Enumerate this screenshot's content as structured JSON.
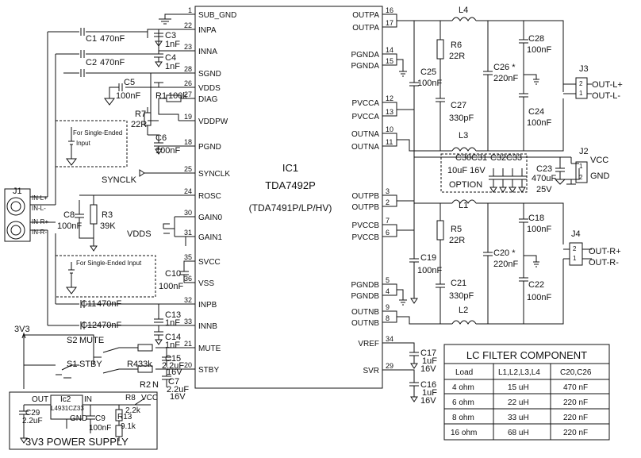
{
  "ic1": {
    "ref": "IC1",
    "part": "TDA7492P",
    "alt": "(TDA7491P/LP/HV)"
  },
  "left_pins": [
    {
      "num": "1",
      "name": "SUB_GND"
    },
    {
      "num": "22",
      "name": "INPA"
    },
    {
      "num": "23",
      "name": "INNA"
    },
    {
      "num": "28",
      "name": "SGND"
    },
    {
      "num": "26",
      "name": "VDDS"
    },
    {
      "num": "27",
      "name": "DIAG"
    },
    {
      "num": "19",
      "name": "VDDPW"
    },
    {
      "num": "18",
      "name": "PGND"
    },
    {
      "num": "25",
      "name": "SYNCLK"
    },
    {
      "num": "24",
      "name": "ROSC"
    },
    {
      "num": "30",
      "name": "GAIN0"
    },
    {
      "num": "31",
      "name": "GAIN1"
    },
    {
      "num": "35",
      "name": "SVCC"
    },
    {
      "num": "36",
      "name": "VSS"
    },
    {
      "num": "32",
      "name": "INPB"
    },
    {
      "num": "33",
      "name": "INNB"
    },
    {
      "num": "21",
      "name": "MUTE"
    },
    {
      "num": "20",
      "name": "STBY"
    }
  ],
  "right_pins": [
    {
      "num": "16",
      "name": "OUTPA"
    },
    {
      "num": "17",
      "name": "OUTPA"
    },
    {
      "num": "14",
      "name": "PGNDA"
    },
    {
      "num": "15",
      "name": "PGNDA"
    },
    {
      "num": "12",
      "name": "PVCCA"
    },
    {
      "num": "13",
      "name": "PVCCA"
    },
    {
      "num": "10",
      "name": "OUTNA"
    },
    {
      "num": "11",
      "name": "OUTNA"
    },
    {
      "num": "3",
      "name": "OUTPB"
    },
    {
      "num": "2",
      "name": "OUTPB"
    },
    {
      "num": "7",
      "name": "PVCCB"
    },
    {
      "num": "6",
      "name": "PVCCB"
    },
    {
      "num": "5",
      "name": "PGNDB"
    },
    {
      "num": "4",
      "name": "PGNDB"
    },
    {
      "num": "9",
      "name": "OUTNB"
    },
    {
      "num": "8",
      "name": "OUTNB"
    },
    {
      "num": "34",
      "name": "VREF"
    },
    {
      "num": "29",
      "name": "SVR"
    }
  ],
  "parts_left": {
    "c1": "C1",
    "c1v": "470nF",
    "c2": "C2",
    "c2v": "470nF",
    "c3": "C3",
    "c3v": "1nF",
    "c4": "C4",
    "c4v": "1nF",
    "c5": "C5",
    "c5v": "100nF",
    "r1": "R1",
    "r1v": "100k",
    "r7": "R7",
    "r7v": "22R",
    "c6": "C6",
    "c6v": "100nF",
    "synclk": "SYNCLK",
    "c8": "C8",
    "c8v": "100nF",
    "r3": "R3",
    "r3v": "39K",
    "vdds": "VDDS",
    "c10": "C10",
    "c10v": "100nF",
    "c11": "C11",
    "c11v": "470nF",
    "c12": "C12",
    "c12v": "470nF",
    "c13": "C13",
    "c13v": "1nF",
    "c14": "C14",
    "c14v": "1nF",
    "c15": "C15",
    "c15v": "2.2uF",
    "c15r": "16V",
    "c7": "C7",
    "c7v": "2.2uF",
    "c7r": "16V",
    "r4": "R4",
    "r4v": "33k",
    "r2": "R2",
    "r2v": "N",
    "s2": "S2",
    "mute": "MUTE",
    "s1": "S1",
    "stby": "STBY",
    "single_a": "For Single-Ended",
    "single_a2": "Input",
    "single_b": "For Single-Ended Input",
    "j1": "J1",
    "inl_p": "IN-L+",
    "inl_m": "IN-L-",
    "inr_p": "IN-R+",
    "inr_m": "IN-R-"
  },
  "supply": {
    "rail": "3V3",
    "out": "OUT",
    "in": "IN",
    "gnd": "GND",
    "ic": "Ic2",
    "ic_part": "L4931CZ33",
    "c29": "C29",
    "c29v": "2.2uF",
    "c9": "C9",
    "c9v": "100nF",
    "r8": "R8",
    "r8v": "2.2k",
    "r13": "R13",
    "r13v": "9.1k",
    "vcc": "VCC",
    "title": "3V3 POWER SUPPLY"
  },
  "parts_right": {
    "l4": "L4",
    "r6": "R6",
    "r6v": "22R",
    "c25": "C25",
    "c25v": "100nF",
    "c26": "C26 *",
    "c26v": "220nF",
    "c28": "C28",
    "c28v": "100nF",
    "c27": "C27",
    "c27v": "330pF",
    "c24": "C24",
    "c24v": "100nF",
    "j3": "J3",
    "outl_p": "OUT-L+",
    "outl_m": "OUT-L-",
    "l3": "L3",
    "c30": "C30",
    "c31": "C31",
    "c32": "C32",
    "c33": "C33",
    "bank_v": "10uF 16V",
    "option": "OPTION",
    "c23": "C23",
    "c23v": "470uF",
    "c23r": "25V",
    "j2": "J2",
    "vcc": "VCC",
    "gnd": "GND",
    "l1": "L1",
    "r5": "R5",
    "r5v": "22R",
    "c19": "C19",
    "c19v": "100nF",
    "c20": "C20 *",
    "c20v": "220nF",
    "c18": "C18",
    "c18v": "100nF",
    "c21": "C21",
    "c21v": "330pF",
    "c22": "C22",
    "c22v": "100nF",
    "j4": "J4",
    "outr_p": "OUT-R+",
    "outr_m": "OUT-R-",
    "l2": "L2",
    "c17": "C17",
    "c17v": "1uF",
    "c17r": "16V",
    "c16": "C16",
    "c16v": "1uF",
    "c16r": "16V"
  },
  "lc_table": {
    "title": "LC FILTER COMPONENT",
    "headers": [
      "Load",
      "L1,L2,L3,L4",
      "C20,C26"
    ],
    "rows": [
      [
        "4 ohm",
        "15 uH",
        "470 nF"
      ],
      [
        "6 ohm",
        "22 uH",
        "220 nF"
      ],
      [
        "8 ohm",
        "33 uH",
        "220 nF"
      ],
      [
        "16 ohm",
        "68 uH",
        "220 nF"
      ]
    ]
  }
}
